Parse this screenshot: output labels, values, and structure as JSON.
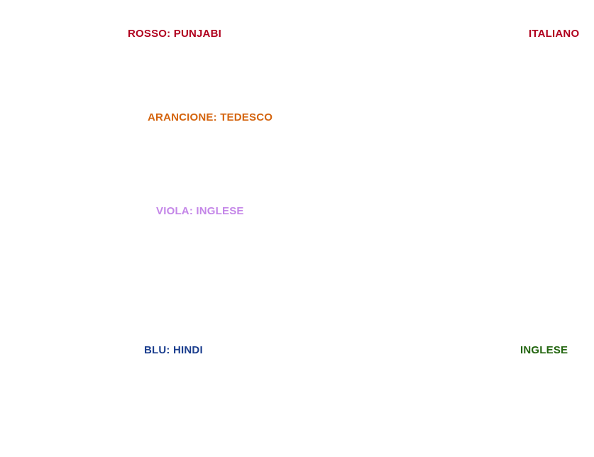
{
  "colors": {
    "red": "#b0001e",
    "orange": "#d4640e",
    "purple": "#c486e8",
    "blue": "#1b3e8e",
    "green": "#22650f",
    "white": "#ffffff"
  },
  "left_figure": {
    "labels": {
      "red": "ROSSO: PUNJABI",
      "orange": "ARANCIONE: TEDESCO",
      "purple": "VIOLA: INGLESE",
      "blue": "BLU: HINDI"
    }
  },
  "right_figure": {
    "labels": {
      "top": "ITALIANO",
      "bottom": "INGLESE"
    }
  }
}
